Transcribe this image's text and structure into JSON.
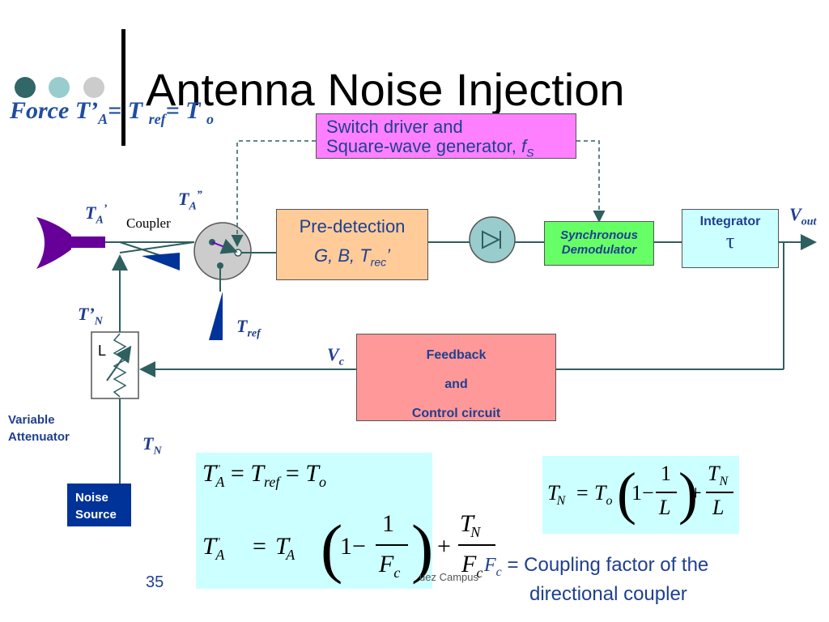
{
  "slide": {
    "title": "Antenna Noise Injection",
    "page_number": "35",
    "footer_fragment": "uez Campus",
    "dot_colors": [
      "#336666",
      "#99CCCC",
      "#CCCCCC"
    ]
  },
  "force_label": {
    "force_T": "Force T’",
    "sub_A": "A",
    "eq_T": "= T",
    "sub_ref": "ref",
    "eq_T2": "= T",
    "sub_o": "o"
  },
  "blocks": {
    "switch_driver": {
      "line1": "Switch driver and",
      "line2": "Square-wave generator,",
      "f": "f",
      "sub": "S"
    },
    "predetection": {
      "line1": "Pre-detection",
      "line2": "G, B, T",
      "sub": "rec",
      "prime": "’"
    },
    "sync_demod": {
      "line1": "Synchronous",
      "line2": "Demodulator"
    },
    "integrator": {
      "label": "Integrator",
      "symbol": "τ"
    },
    "feedback": {
      "line1": "Feedback",
      "line2": "and",
      "line3": "Control circuit"
    },
    "noise_source": {
      "line1": "Noise",
      "line2": "Source"
    },
    "variable_attenuator": {
      "line1": "Variable",
      "line2": "Attenuator"
    },
    "attenuator_symbol": "L"
  },
  "labels": {
    "TA_prime": {
      "base": "T",
      "sub": "A",
      "sup": "’"
    },
    "TA_dprime": {
      "base": "T",
      "sub": "A",
      "sup": "”"
    },
    "coupler": "Coupler",
    "Tref": {
      "base": "T",
      "sub": "ref"
    },
    "TN_prime": {
      "base": "T’",
      "sub": "N"
    },
    "TN": {
      "base": "T",
      "sub": "N"
    },
    "Vout": {
      "base": "V",
      "sub": "out"
    },
    "Vc": {
      "base": "V",
      "sub": "c"
    }
  },
  "equations": {
    "eq1": {
      "T": "T",
      "sup": "\"",
      "sub": "A",
      "eq": "=",
      "T2": "T",
      "sub2": "ref",
      "eq2": "=",
      "T3": "T",
      "sub3": "o"
    },
    "eq2": {
      "T": "T",
      "sup": "\"",
      "sub": "A",
      "eq": "=",
      "T2": "T",
      "sup2": "'",
      "sub2": "A",
      "one": "1",
      "minus": "−",
      "num": "1",
      "den": "F",
      "den_sub": "c",
      "plus": "+",
      "num2": "T",
      "num2_sup": "'",
      "num2_sub": "N",
      "den2": "F",
      "den2_sub": "c"
    },
    "eq3": {
      "T": "T",
      "sup": "'",
      "sub": "N",
      "eq": "=",
      "T2": "T",
      "sub2": "o",
      "one": "1",
      "minus": "−",
      "num": "1",
      "den": "L",
      "plus": "+",
      "num2": "T",
      "num2_sub": "N",
      "den2": "L"
    }
  },
  "coupling_definition": {
    "symbol": "F",
    "sub": "c",
    "text1": "= Coupling factor of the",
    "text2": "directional coupler"
  }
}
